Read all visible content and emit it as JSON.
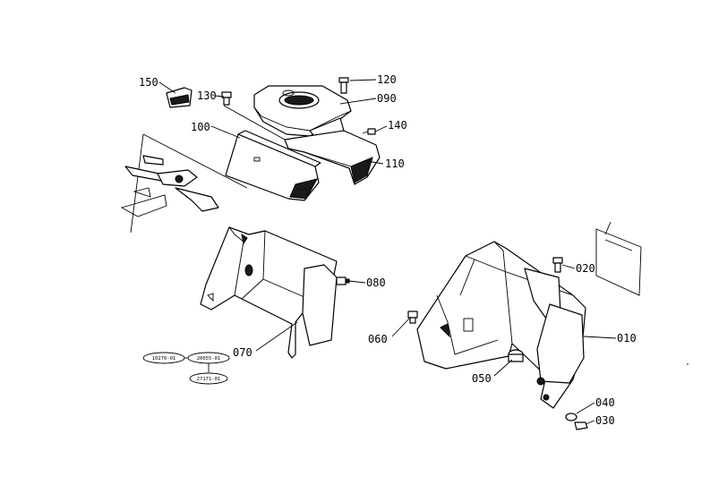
{
  "callouts": {
    "c150": "150",
    "c130": "130",
    "c120": "120",
    "c090": "090",
    "c140": "140",
    "c100": "100",
    "c110": "110",
    "c080": "080",
    "c070": "070",
    "c020": "020",
    "c060": "060",
    "c010": "010",
    "c050": "050",
    "c040": "040",
    "c030": "030"
  },
  "references": {
    "r1": "10270-01",
    "r2": "20655-01",
    "r3": "27171-01"
  }
}
